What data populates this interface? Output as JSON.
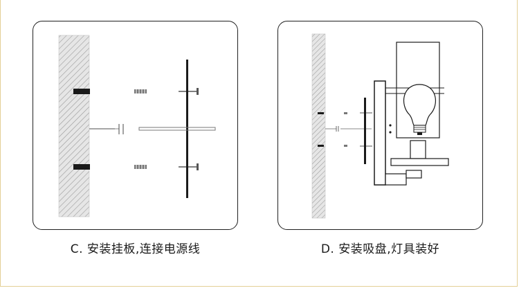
{
  "panels": [
    {
      "id": "C",
      "caption": "C. 安装挂板,连接电源线"
    },
    {
      "id": "D",
      "caption": "D. 安装吸盘,灯具装好"
    }
  ],
  "colors": {
    "border": "#1f1f1f",
    "frame_accent": "#e3cf96",
    "wall_fill": "#e6e6e6",
    "wall_hatch": "#9a9a9a",
    "ink": "#1a1a1a"
  }
}
